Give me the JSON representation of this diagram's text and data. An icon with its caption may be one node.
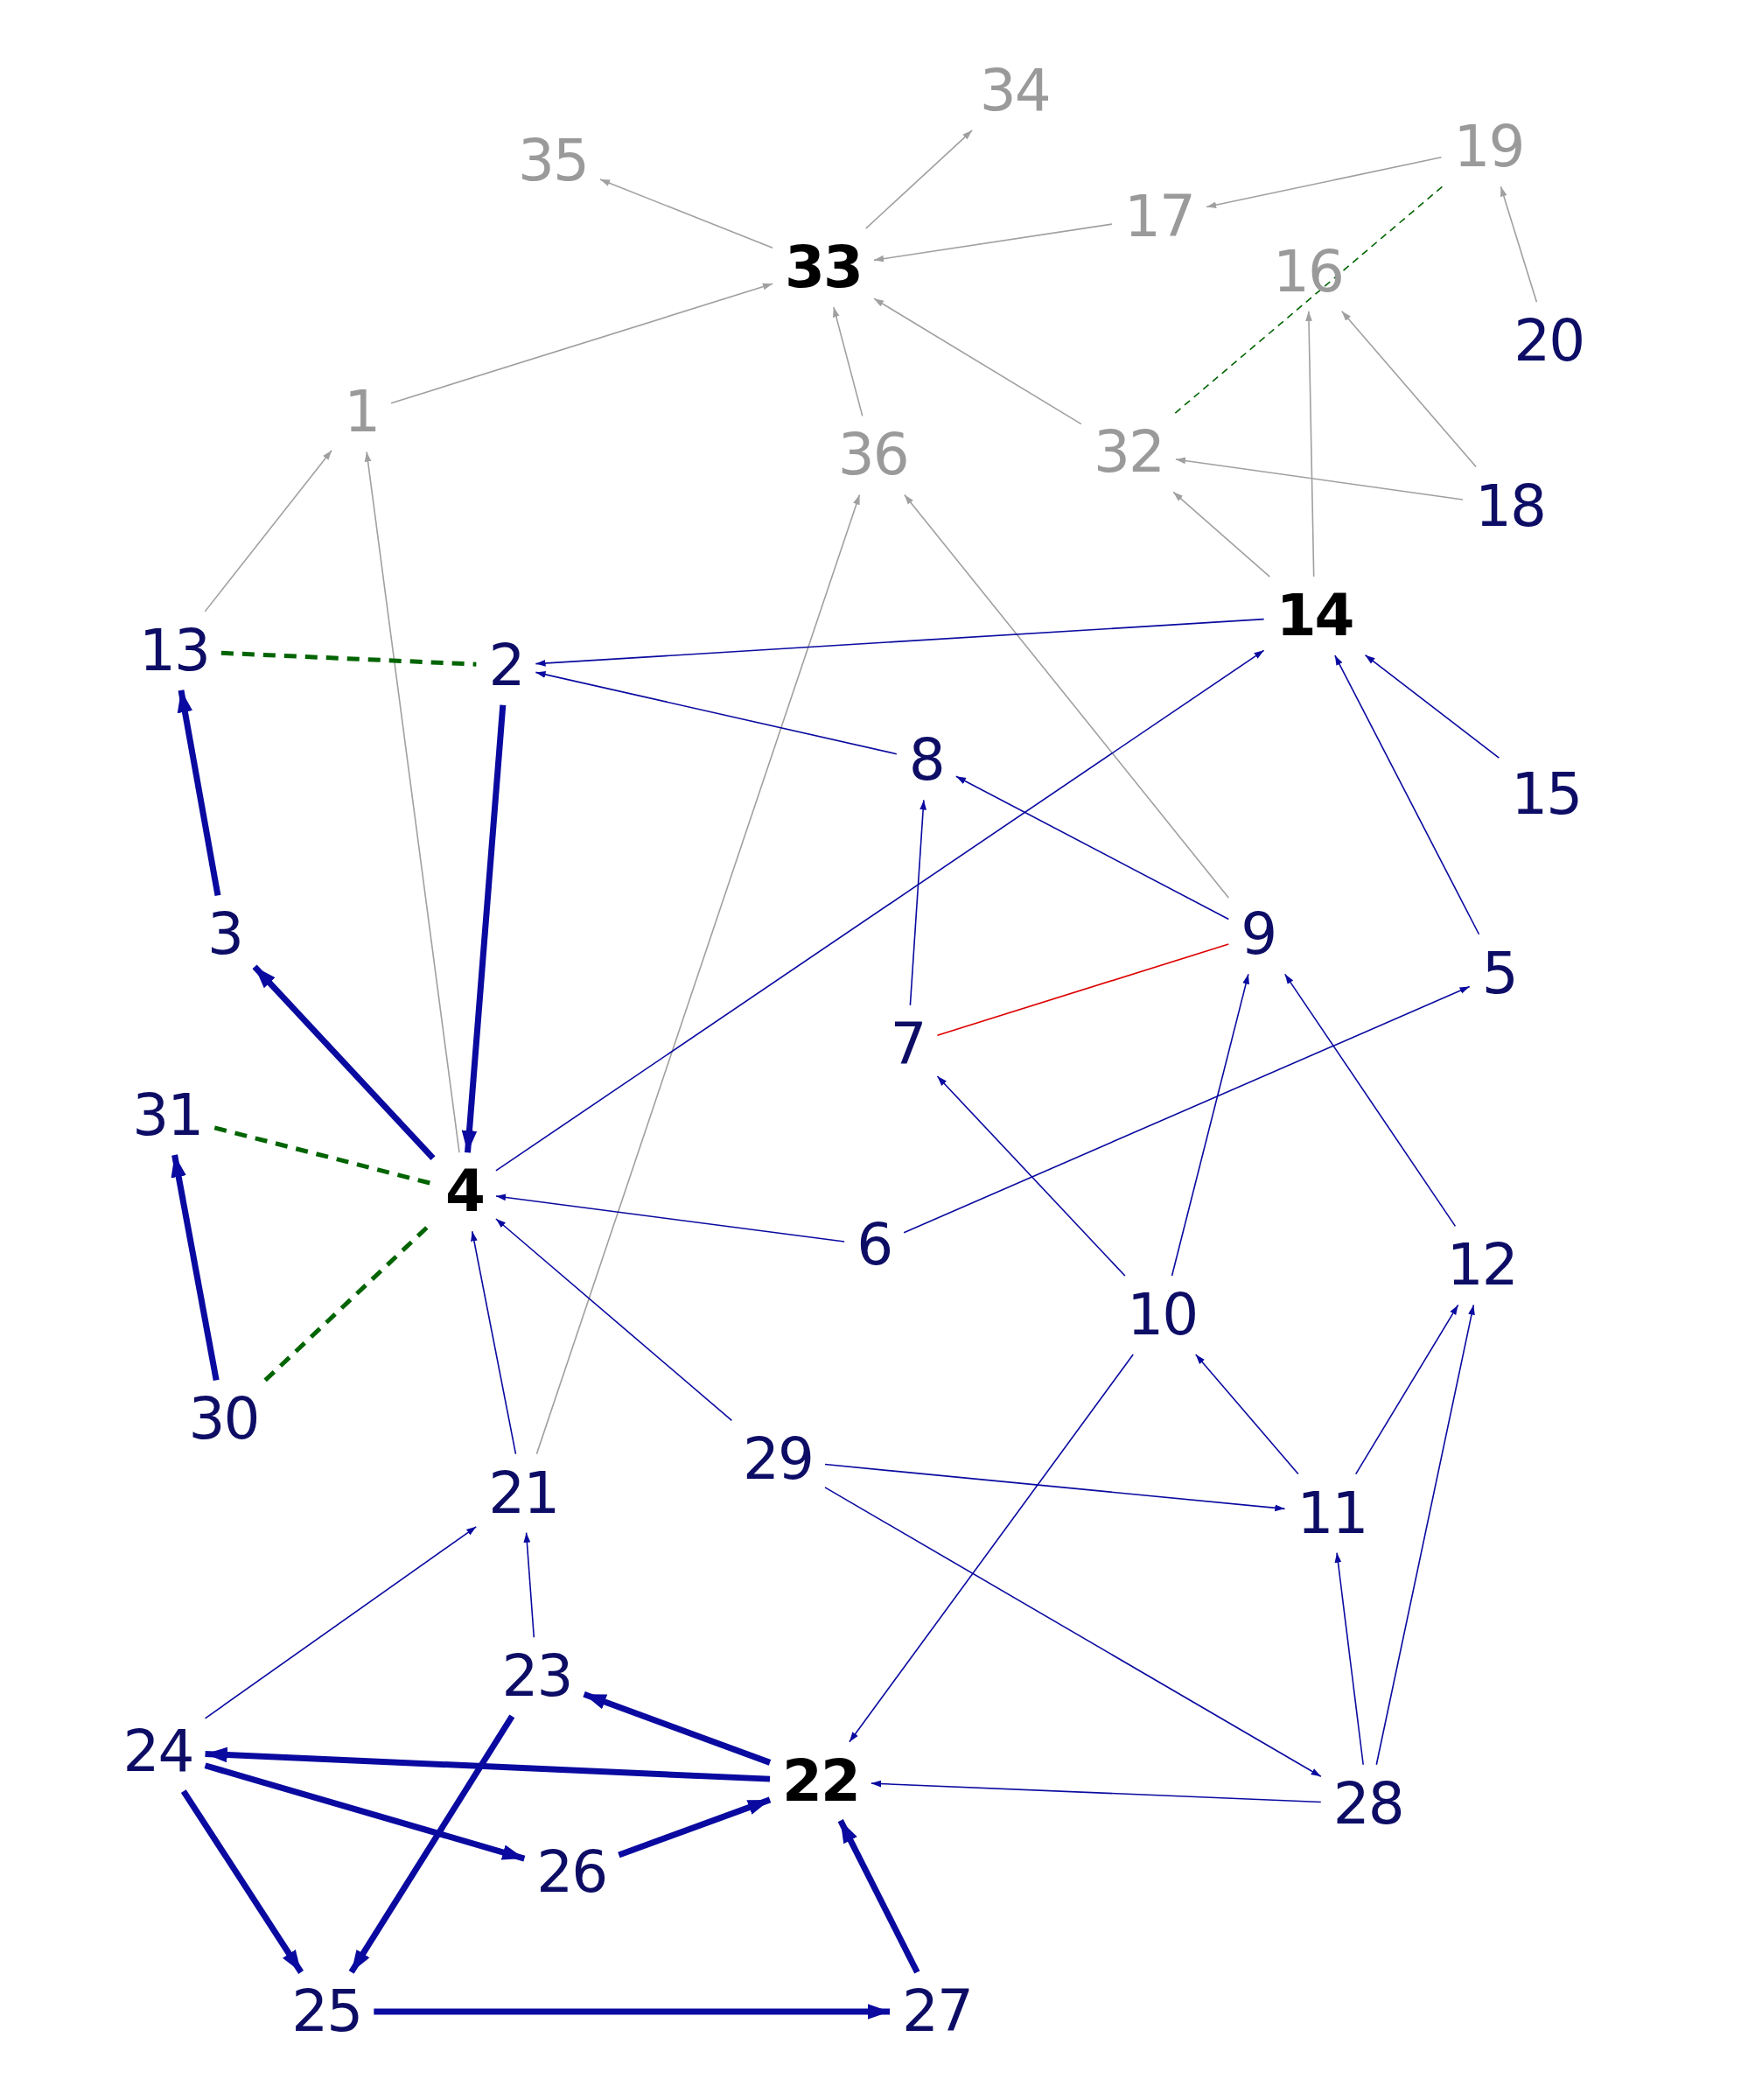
{
  "diagram": {
    "nodes": [
      {
        "text": [
          "1"
        ]
      },
      {
        "text": [
          "2"
        ]
      },
      {
        "text": [
          "3"
        ]
      },
      {
        "text": [
          "4"
        ]
      },
      {
        "text": [
          "5"
        ]
      },
      {
        "text": [
          "6"
        ]
      },
      {
        "text": [
          "7"
        ]
      },
      {
        "text": [
          "8"
        ]
      },
      {
        "text": [
          "9"
        ]
      },
      {
        "text": [
          "10"
        ]
      },
      {
        "text": [
          "11"
        ]
      },
      {
        "text": [
          "12"
        ]
      },
      {
        "text": [
          "13"
        ]
      },
      {
        "text": [
          "14"
        ]
      },
      {
        "text": [
          "15"
        ]
      },
      {
        "text": [
          "16"
        ]
      },
      {
        "text": [
          "17"
        ]
      },
      {
        "text": [
          "18"
        ]
      },
      {
        "text": [
          "19"
        ]
      },
      {
        "text": [
          "20"
        ]
      },
      {
        "text": [
          "21"
        ]
      },
      {
        "text": [
          "22"
        ]
      },
      {
        "text": [
          "23"
        ]
      },
      {
        "text": [
          "24"
        ]
      },
      {
        "text": [
          "25"
        ]
      },
      {
        "text": [
          "26"
        ]
      },
      {
        "text": [
          "27"
        ]
      },
      {
        "text": [
          "28"
        ]
      },
      {
        "text": [
          "29"
        ]
      },
      {
        "text": [
          "30"
        ]
      },
      {
        "text": [
          "31"
        ]
      },
      {
        "text": [
          "32"
        ]
      },
      {
        "text": [
          "33"
        ]
      },
      {
        "text": [
          "34"
        ]
      },
      {
        "text": [
          "35"
        ]
      },
      {
        "text": [
          "36"
        ]
      }
    ],
    "edges": [
      {
        "from": 0,
        "to": 32,
        "arrow": "to",
        "color": "#a0a0a0"
      },
      {
        "from": 32,
        "to": 34,
        "arrow": "to",
        "color": "#a0a0a0"
      },
      {
        "from": 32,
        "to": 33,
        "arrow": "to",
        "color": "#a0a0a0"
      },
      {
        "from": 18,
        "to": 16,
        "arrow": "to",
        "color": "#a0a0a0"
      },
      {
        "from": 16,
        "to": 32,
        "arrow": "to",
        "color": "#a0a0a0"
      },
      {
        "from": 31,
        "to": 32,
        "arrow": "to",
        "color": "#a0a0a0"
      },
      {
        "from": 35,
        "to": 32,
        "arrow": "to",
        "color": "#a0a0a0"
      },
      {
        "from": 19,
        "to": 18,
        "arrow": "to",
        "color": "#a0a0a0"
      },
      {
        "from": 17,
        "to": 15,
        "arrow": "to",
        "color": "#a0a0a0"
      },
      {
        "from": 17,
        "to": 31,
        "arrow": "to",
        "color": "#a0a0a0"
      },
      {
        "from": 13,
        "to": 15,
        "arrow": "to",
        "color": "#a0a0a0"
      },
      {
        "from": 13,
        "to": 31,
        "arrow": "to",
        "color": "#a0a0a0"
      },
      {
        "from": 12,
        "to": 0,
        "arrow": "to",
        "color": "#a0a0a0"
      },
      {
        "from": 3,
        "to": 0,
        "arrow": "to",
        "color": "#a0a0a0"
      },
      {
        "from": 20,
        "to": 35,
        "arrow": "to",
        "color": "#a0a0a0"
      },
      {
        "from": 8,
        "to": 35,
        "arrow": "to",
        "color": "#a0a0a0"
      },
      {
        "from": 18,
        "to": 31,
        "arrow": "none",
        "style": "dashed",
        "color": "#006400"
      },
      {
        "from": 13,
        "to": 1,
        "arrow": "to"
      },
      {
        "from": 7,
        "to": 1,
        "arrow": "to"
      },
      {
        "from": 1,
        "to": 3,
        "arrow": "to",
        "style": "thick"
      },
      {
        "from": 2,
        "to": 12,
        "arrow": "to",
        "style": "thick"
      },
      {
        "from": 3,
        "to": 2,
        "arrow": "to",
        "style": "thick"
      },
      {
        "from": 12,
        "to": 1,
        "arrow": "none",
        "style": "dashed",
        "color": "#006400"
      },
      {
        "from": 30,
        "to": 3,
        "arrow": "none",
        "style": "dashed",
        "color": "#006400"
      },
      {
        "from": 29,
        "to": 3,
        "arrow": "none",
        "style": "dashed",
        "color": "#006400"
      },
      {
        "from": 29,
        "to": 30,
        "arrow": "to",
        "style": "thick"
      },
      {
        "from": 3,
        "to": 13,
        "arrow": "to"
      },
      {
        "from": 14,
        "to": 13,
        "arrow": "to"
      },
      {
        "from": 4,
        "to": 13,
        "arrow": "to"
      },
      {
        "from": 8,
        "to": 7,
        "arrow": "to"
      },
      {
        "from": 6,
        "to": 7,
        "arrow": "to"
      },
      {
        "from": 6,
        "to": 8,
        "arrow": "none",
        "color": "#dd0000"
      },
      {
        "from": 5,
        "to": 4,
        "arrow": "to"
      },
      {
        "from": 5,
        "to": 3,
        "arrow": "to"
      },
      {
        "from": 9,
        "to": 6,
        "arrow": "to"
      },
      {
        "from": 9,
        "to": 8,
        "arrow": "to"
      },
      {
        "from": 11,
        "to": 8,
        "arrow": "to"
      },
      {
        "from": 10,
        "to": 9,
        "arrow": "to"
      },
      {
        "from": 10,
        "to": 11,
        "arrow": "to"
      },
      {
        "from": 27,
        "to": 11,
        "arrow": "to"
      },
      {
        "from": 27,
        "to": 10,
        "arrow": "to"
      },
      {
        "from": 28,
        "to": 10,
        "arrow": "to"
      },
      {
        "from": 28,
        "to": 27,
        "arrow": "to"
      },
      {
        "from": 28,
        "to": 3,
        "arrow": "to"
      },
      {
        "from": 20,
        "to": 3,
        "arrow": "to"
      },
      {
        "from": 9,
        "to": 21,
        "arrow": "to"
      },
      {
        "from": 27,
        "to": 21,
        "arrow": "to"
      },
      {
        "from": 22,
        "to": 20,
        "arrow": "to"
      },
      {
        "from": 23,
        "to": 20,
        "arrow": "to"
      },
      {
        "from": 21,
        "to": 22,
        "arrow": "to",
        "style": "thick"
      },
      {
        "from": 21,
        "to": 23,
        "arrow": "to",
        "style": "thick"
      },
      {
        "from": 23,
        "to": 25,
        "arrow": "to",
        "style": "thick"
      },
      {
        "from": 23,
        "to": 24,
        "arrow": "to",
        "style": "thick"
      },
      {
        "from": 22,
        "to": 24,
        "arrow": "to",
        "style": "thick"
      },
      {
        "from": 25,
        "to": 21,
        "arrow": "to",
        "style": "thick"
      },
      {
        "from": 26,
        "to": 21,
        "arrow": "to",
        "style": "thick"
      },
      {
        "from": 24,
        "to": 26,
        "arrow": "to",
        "style": "thick"
      }
    ]
  }
}
